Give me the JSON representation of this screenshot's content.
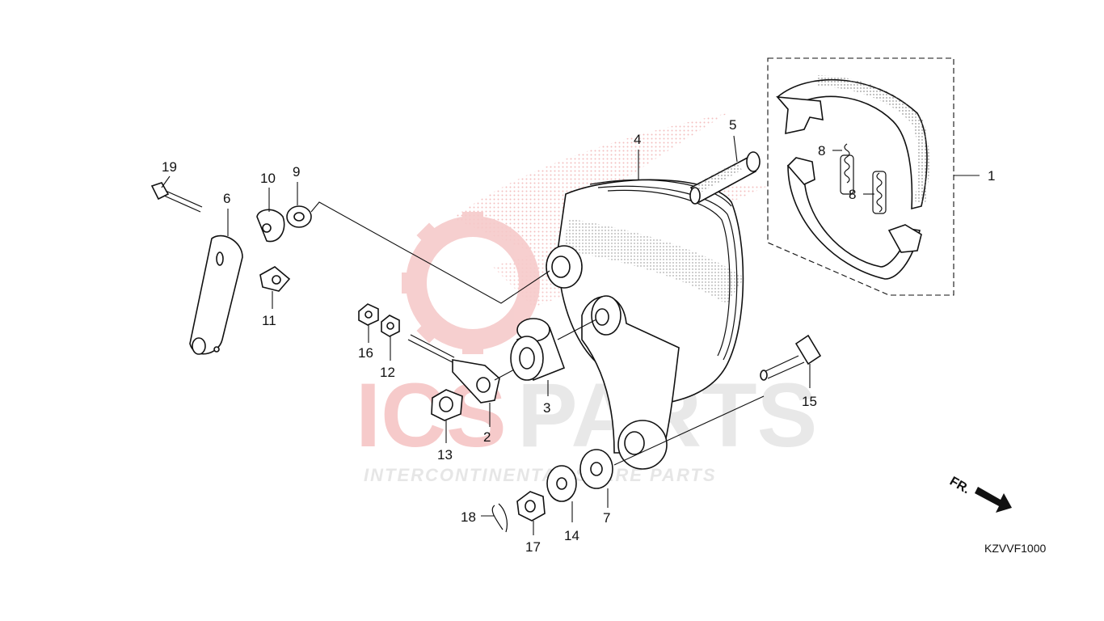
{
  "watermark": {
    "brand_left": "ICS",
    "brand_right": "PARTS",
    "tagline": "INTERCONTINENTAL SPARE PARTS",
    "color_red": "#f6caca",
    "color_gray": "#e6e6e6"
  },
  "diagram_code": "KZVVF1000",
  "direction_label": "FR.",
  "callouts": {
    "c1": "1",
    "c2": "2",
    "c3": "3",
    "c4": "4",
    "c5": "5",
    "c6": "6",
    "c7": "7",
    "c8a": "8",
    "c8b": "8",
    "c9": "9",
    "c10": "10",
    "c11": "11",
    "c12": "12",
    "c13": "13",
    "c14": "14",
    "c15": "15",
    "c16": "16",
    "c17": "17",
    "c18": "18",
    "c19": "19"
  }
}
